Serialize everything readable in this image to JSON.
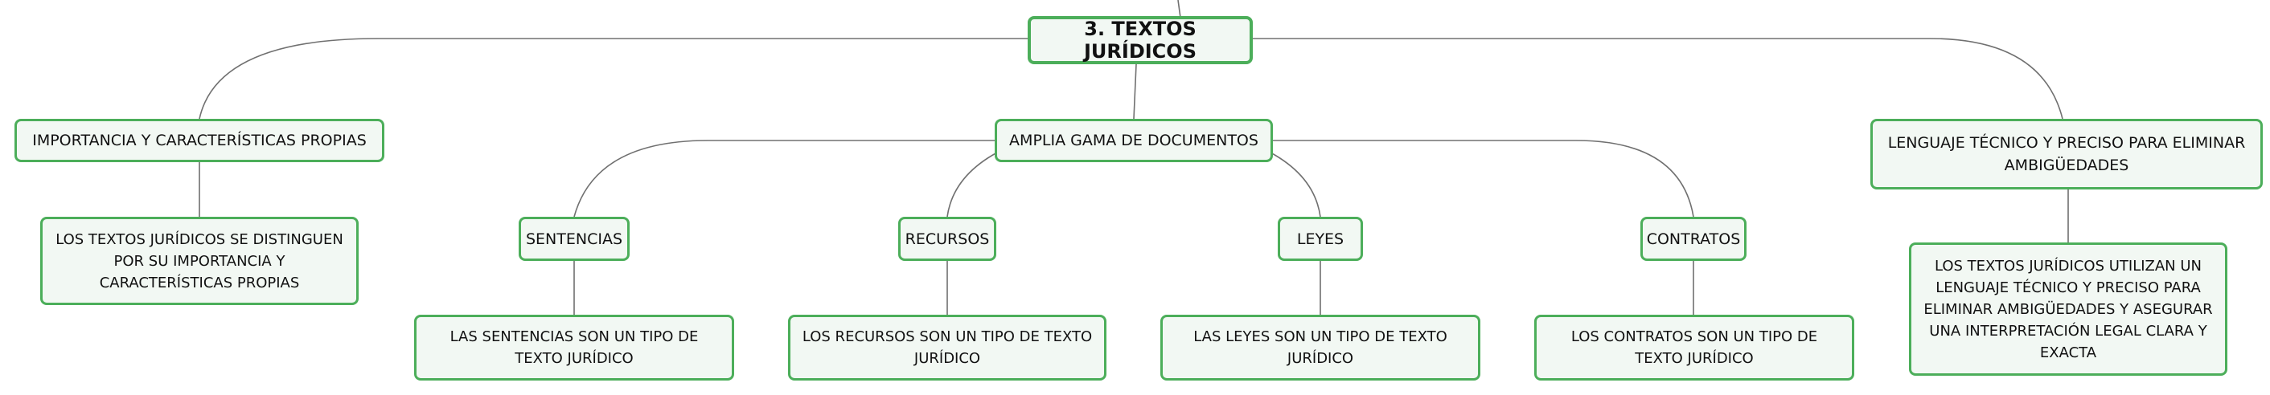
{
  "colors": {
    "node_border": "#4cae5a",
    "node_fill": "#f2f8f3",
    "edge": "#707070",
    "text": "#111111"
  },
  "diagram": {
    "root": {
      "label": "3. TEXTOS JURÍDICOS"
    },
    "left_branch": {
      "label": "IMPORTANCIA Y CARACTERÍSTICAS PROPIAS",
      "detail": "LOS TEXTOS JURÍDICOS SE DISTINGUEN POR SU IMPORTANCIA Y CARACTERÍSTICAS PROPIAS"
    },
    "center_branch": {
      "label": "AMPLIA GAMA DE DOCUMENTOS",
      "children": [
        {
          "label": "SENTENCIAS",
          "detail": "LAS SENTENCIAS SON UN TIPO DE TEXTO JURÍDICO"
        },
        {
          "label": "RECURSOS",
          "detail": "LOS RECURSOS SON UN TIPO DE TEXTO JURÍDICO"
        },
        {
          "label": "LEYES",
          "detail": "LAS LEYES SON UN TIPO DE TEXTO JURÍDICO"
        },
        {
          "label": "CONTRATOS",
          "detail": "LOS CONTRATOS SON UN TIPO DE TEXTO JURÍDICO"
        }
      ]
    },
    "right_branch": {
      "label": "LENGUAJE TÉCNICO Y PRECISO PARA ELIMINAR AMBIGÜEDADES",
      "detail": "LOS TEXTOS JURÍDICOS UTILIZAN UN LENGUAJE TÉCNICO Y PRECISO PARA ELIMINAR AMBIGÜEDADES Y ASEGURAR UNA INTERPRETACIÓN LEGAL CLARA Y EXACTA"
    }
  }
}
